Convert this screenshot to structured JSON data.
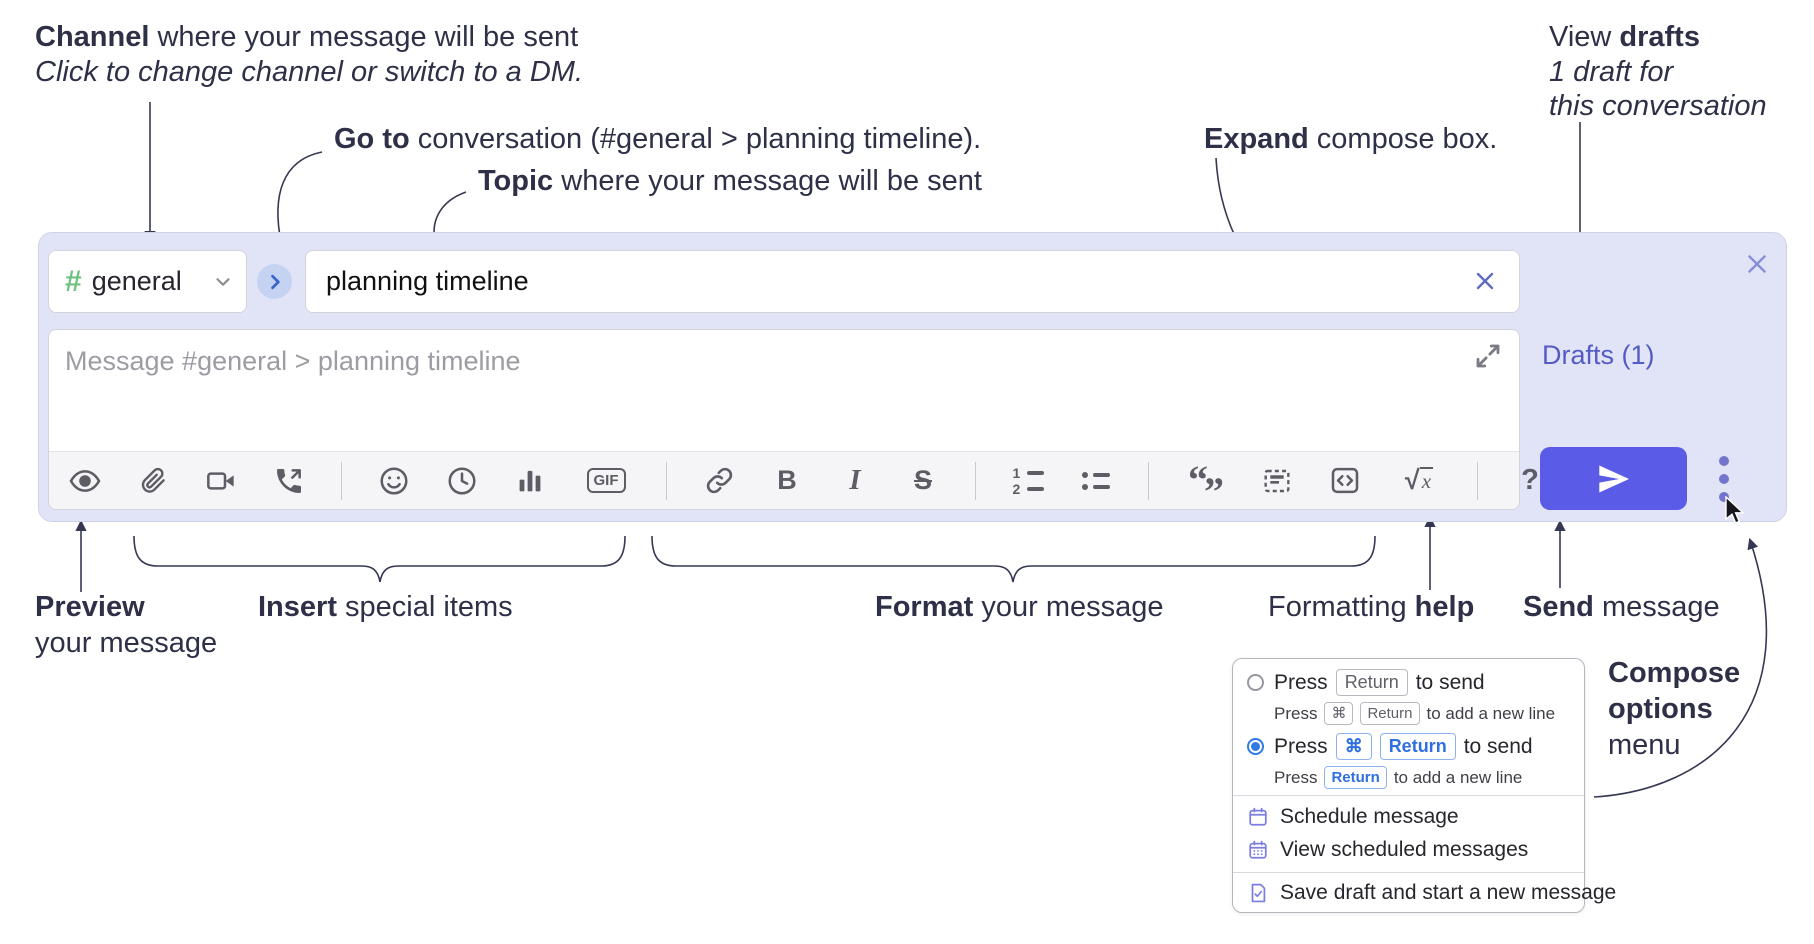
{
  "colors": {
    "container_bg": "#e1e4f6",
    "send_button": "#5a5ce8",
    "hash_green": "#6ec17f",
    "drafts_link": "#545cc4",
    "kbd_blue": "#2f6fe0",
    "menu_icon_purple": "#7b7ee0",
    "annotation_text": "#2e3048"
  },
  "annotations": {
    "channel_line": {
      "bold": "Channel",
      "rest": " where your message will be sent"
    },
    "channel_sub": "Click to change channel or switch to a DM.",
    "goto_line": {
      "bold": "Go to",
      "rest": " conversation (#general > planning timeline)."
    },
    "topic_line": {
      "bold": "Topic",
      "rest": " where your message will be sent"
    },
    "expand_line": {
      "bold": "Expand",
      "rest": " compose box."
    },
    "drafts_line": {
      "pre": "View ",
      "bold": "drafts"
    },
    "drafts_sub1": "1 draft for",
    "drafts_sub2": "this conversation",
    "preview_line": {
      "bold": "Preview"
    },
    "preview_sub": "your message",
    "insert_line": {
      "bold": "Insert",
      "rest": " special items"
    },
    "format_line": {
      "bold": "Format",
      "rest": " your message"
    },
    "help_line": {
      "pre": "Formatting ",
      "bold": "help"
    },
    "send_line": {
      "bold": "Send",
      "rest": " message"
    },
    "compose_menu_l1": "Compose",
    "compose_menu_l2": "options",
    "compose_menu_l3": "menu"
  },
  "compose": {
    "channel_hash": "#",
    "channel_name": "general",
    "topic_value": "planning timeline",
    "message_placeholder": "Message #general > planning timeline",
    "drafts_label": "Drafts (1)",
    "toolbar": {
      "gif": "GIF",
      "bold": "B",
      "italic": "I",
      "strike": "S",
      "ol_1": "1",
      "ol_2": "2",
      "quote_open": "“",
      "quote_close": "”",
      "math_radical": "√",
      "math_x": "x",
      "help": "?"
    },
    "toolbar_icon_names": [
      "preview",
      "attach-file",
      "video-call",
      "voice-call",
      "emoji",
      "time",
      "poll",
      "gif",
      "link",
      "bold",
      "italic",
      "strikethrough",
      "numbered-list",
      "bulleted-list",
      "quote",
      "spoiler",
      "code",
      "math",
      "help"
    ]
  },
  "options_menu": {
    "row1": {
      "t1": "Press",
      "key": "Return",
      "t2": "to send"
    },
    "row1_sub": {
      "t1": "Press",
      "key1": "⌘",
      "key2": "Return",
      "t2": "to add a new line"
    },
    "row2": {
      "t1": "Press",
      "key1": "⌘",
      "key2": "Return",
      "t2": "to send"
    },
    "row2_sub": {
      "t1": "Press",
      "key": "Return",
      "t2": "to add a new line"
    },
    "schedule": "Schedule message",
    "view_scheduled": "View scheduled messages",
    "save_draft": "Save draft and start a new message"
  }
}
